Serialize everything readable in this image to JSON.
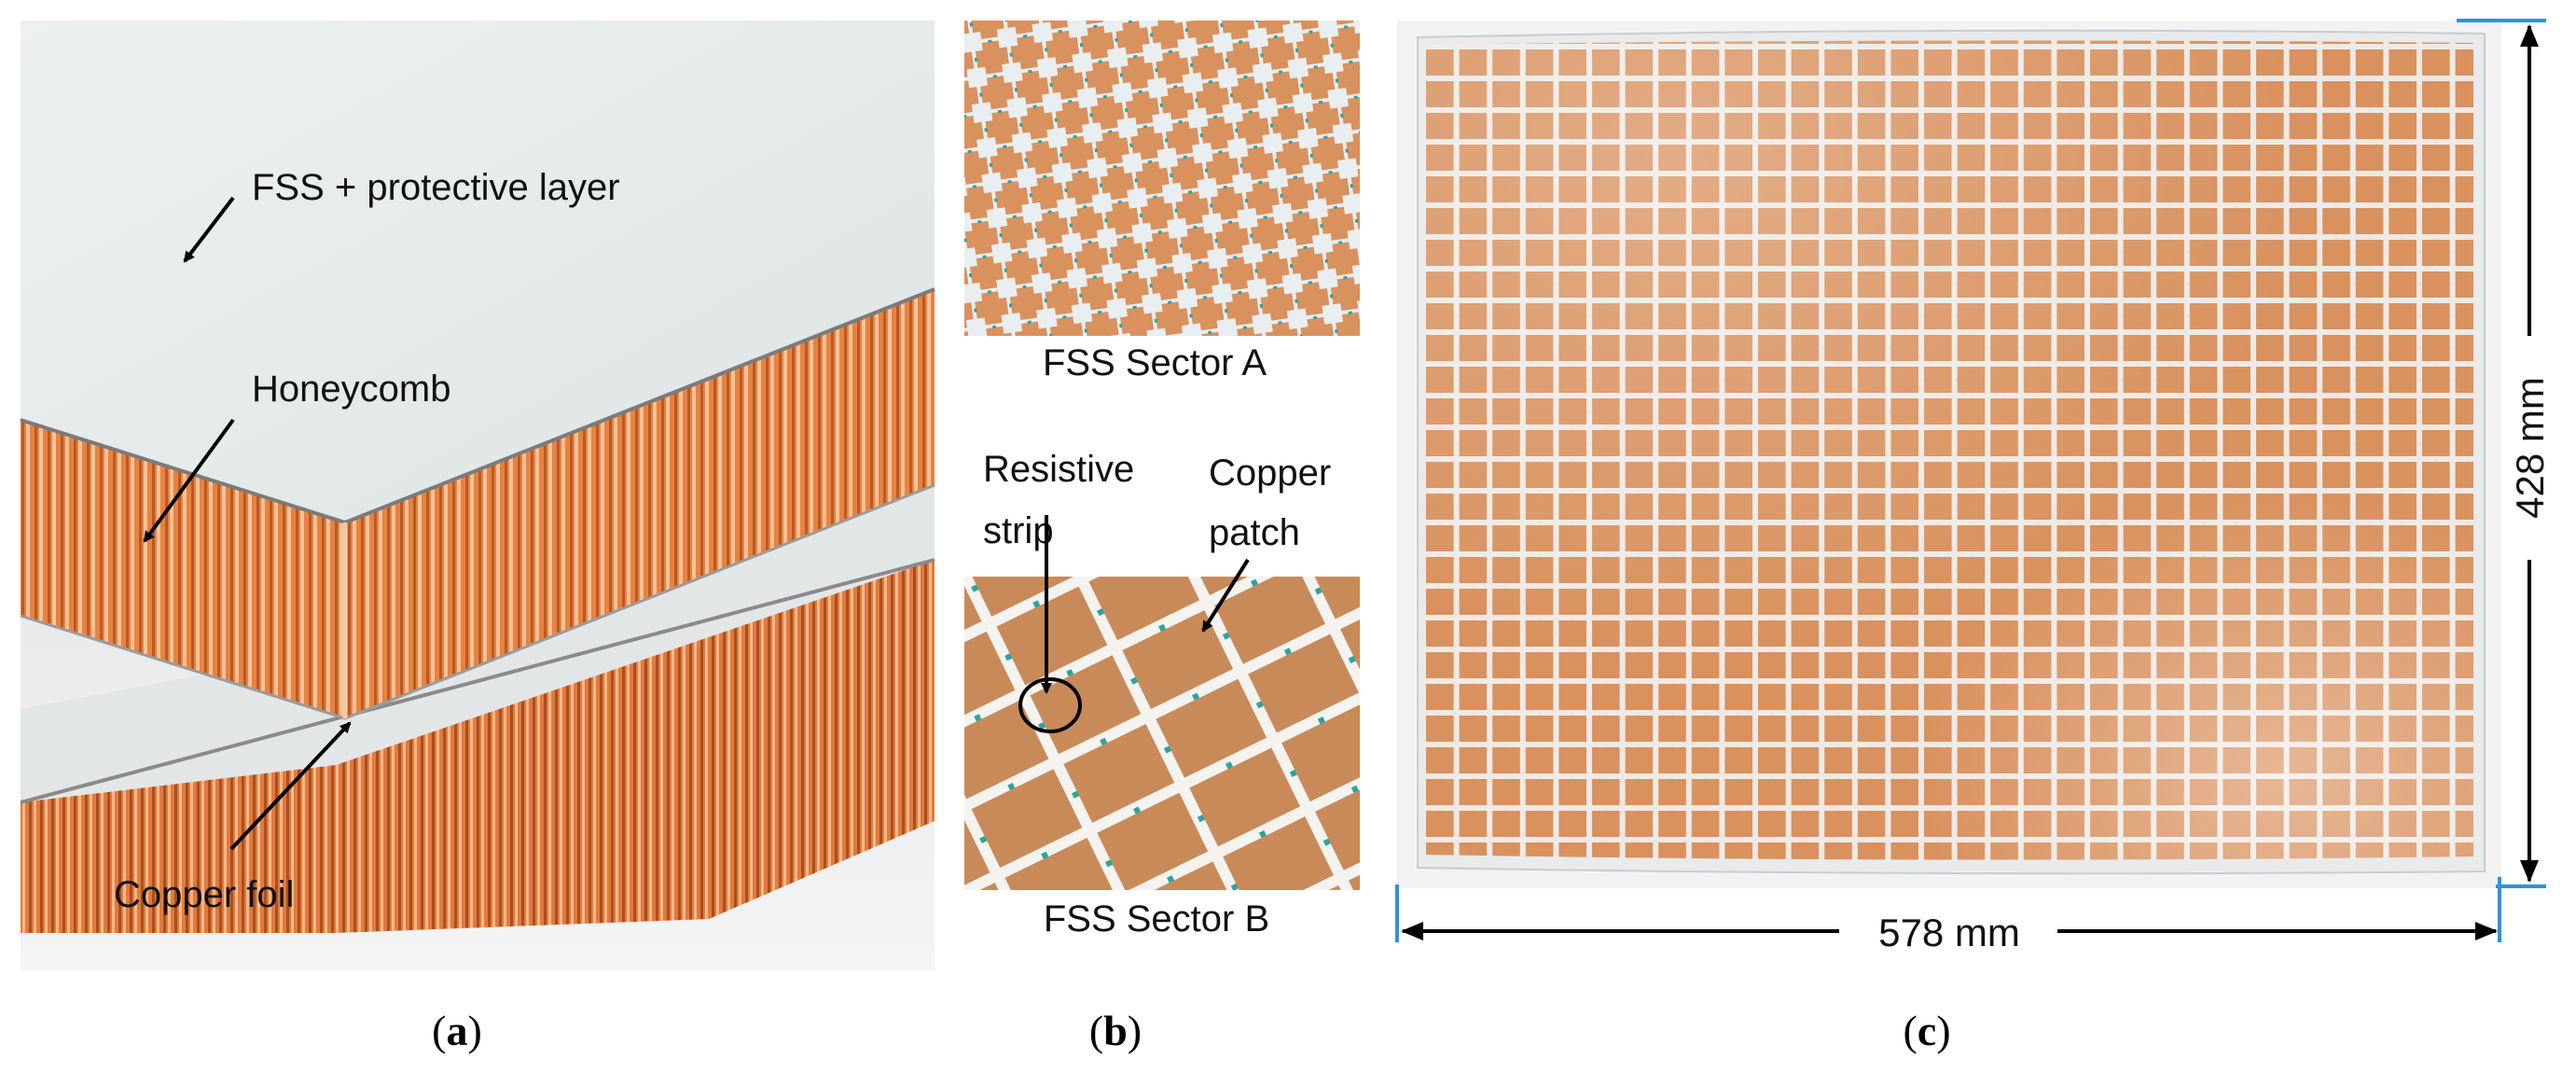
{
  "panel_a": {
    "labels": {
      "fss_layer": "FSS + protective layer",
      "honeycomb": "Honeycomb",
      "copper_foil": "Copper foil"
    },
    "caption": "a"
  },
  "panel_b": {
    "sector_a_label": "FSS Sector A",
    "sector_b_label": "FSS Sector B",
    "resistive_strip_line1": "Resistive",
    "resistive_strip_line2": "strip",
    "copper_patch_line1": "Copper",
    "copper_patch_line2": "patch",
    "caption": "b"
  },
  "panel_c": {
    "width_label": "578 mm",
    "height_label": "428 mm",
    "caption": "c"
  },
  "colors": {
    "copper": "#d9915e",
    "copper_dark": "#c4703f",
    "honeycomb": "#e67f3f",
    "grid_gap": "#f3f2ee",
    "resistive": "#2aa5a0",
    "dimension_blue": "#2b95d6"
  }
}
